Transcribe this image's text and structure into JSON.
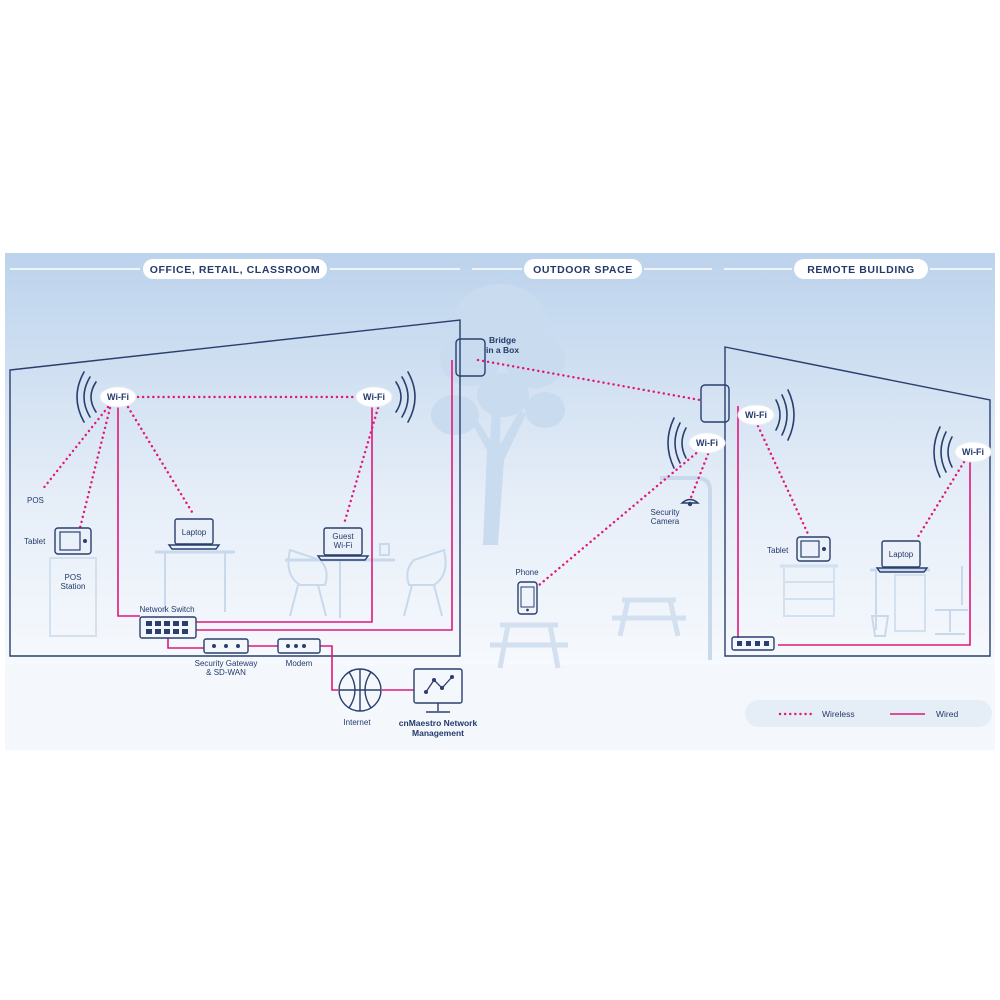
{
  "sections": {
    "office": "OFFICE, RETAIL, CLASSROOM",
    "outdoor": "OUTDOOR SPACE",
    "remote": "REMOTE BUILDING"
  },
  "wifi_label": "Wi-Fi",
  "devices": {
    "pos": "POS",
    "tablet": "Tablet",
    "pos_station_1": "POS",
    "pos_station_2": "Station",
    "laptop": "Laptop",
    "guest_1": "Guest",
    "guest_2": "Wi-Fi",
    "network_switch": "Network Switch",
    "gateway_1": "Security Gateway",
    "gateway_2": "& SD-WAN",
    "modem": "Modem",
    "internet": "Internet",
    "cnmaestro_1": "cnMaestro Network",
    "cnmaestro_2": "Management",
    "bridge_1": "Bridge",
    "bridge_2": "in a Box",
    "camera_1": "Security",
    "camera_2": "Camera",
    "phone": "Phone",
    "remote_tablet": "Tablet",
    "remote_laptop": "Laptop"
  },
  "legend": {
    "wireless": "Wireless",
    "wired": "Wired"
  },
  "colors": {
    "link": "#e0187a",
    "navy": "#233a6b",
    "sky_top": "#bcd3ec",
    "furniture": "#c8d9ec"
  },
  "icons": [
    "wifi-access-point-icon",
    "tablet-icon",
    "laptop-icon",
    "network-switch-icon",
    "gateway-icon",
    "modem-icon",
    "globe-icon",
    "monitor-icon",
    "bridge-box-icon",
    "camera-icon",
    "phone-icon",
    "tree-icon",
    "chair-icon",
    "desk-icon"
  ]
}
